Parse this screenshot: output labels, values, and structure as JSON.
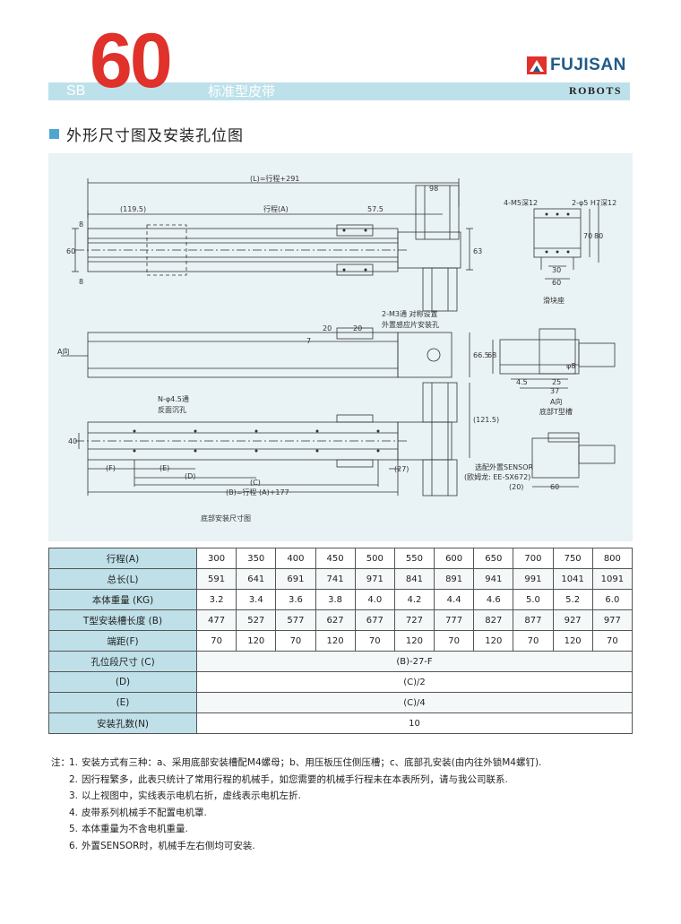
{
  "header": {
    "series_prefix": "SB",
    "model_number": "60",
    "model_name": "标准型皮带",
    "brand_name": "FUJISAN",
    "brand_subtitle": "ROBOTS",
    "brand_color": "#1f5a8a",
    "accent_color": "#e0312a"
  },
  "section": {
    "title": "外形尺寸图及安装孔位图"
  },
  "drawing": {
    "label_total": "(L)=行程+291",
    "label_98": "98",
    "label_1195": "(119.5)",
    "label_stroke": "行程(A)",
    "label_575": "57.5",
    "label_8a": "8",
    "label_8b": "8",
    "label_60": "60",
    "label_63": "63",
    "label_m5": "4-M5深12",
    "label_phi5": "2-φ5 H7深12",
    "label_70": "70",
    "label_80": "80",
    "label_30": "30",
    "label_60b": "60",
    "label_slider_seat": "滑块座",
    "label_20a": "20",
    "label_20b": "20",
    "label_m3": "2-M3通 对称设置",
    "label_sensor_plate": "外置感应片安装孔",
    "label_7": "7",
    "label_a_dir": "A向",
    "label_665": "66.5",
    "label_68": "68",
    "label_phi8": "φ8",
    "label_45": "4.5",
    "label_25": "25",
    "label_37": "37",
    "label_a_dir2": "A向",
    "label_tslot": "底部T型槽",
    "label_n_holes": "N-φ4.5通",
    "label_counterbore": "反面沉孔",
    "label_1215": "(121.5)",
    "label_40": "40",
    "label_f": "(F)",
    "label_e": "(E)",
    "label_d": "(D)",
    "label_c": "(C)",
    "label_27": "(27)",
    "label_b": "(B)=行程 (A)+177",
    "label_bottom_view": "底部安装尺寸图",
    "label_sensor_opt": "选配外置SENSOR",
    "label_sensor_model": "(欧姆龙: EE-SX672)",
    "label_20c": "(20)",
    "label_60c": "60"
  },
  "spec_table": {
    "rows": [
      {
        "label": "行程(A)",
        "values": [
          "300",
          "350",
          "400",
          "450",
          "500",
          "550",
          "600",
          "650",
          "700",
          "750",
          "800"
        ]
      },
      {
        "label": "总长(L)",
        "values": [
          "591",
          "641",
          "691",
          "741",
          "971",
          "841",
          "891",
          "941",
          "991",
          "1041",
          "1091"
        ]
      },
      {
        "label": "本体重量 (KG)",
        "values": [
          "3.2",
          "3.4",
          "3.6",
          "3.8",
          "4.0",
          "4.2",
          "4.4",
          "4.6",
          "5.0",
          "5.2",
          "6.0"
        ]
      },
      {
        "label": "T型安装槽长度 (B)",
        "values": [
          "477",
          "527",
          "577",
          "627",
          "677",
          "727",
          "777",
          "827",
          "877",
          "927",
          "977"
        ]
      },
      {
        "label": "端距(F)",
        "values": [
          "70",
          "120",
          "70",
          "120",
          "70",
          "120",
          "70",
          "120",
          "70",
          "120",
          "70"
        ]
      }
    ],
    "merged_rows": [
      {
        "label": "孔位段尺寸 (C)",
        "value": "(B)-27-F"
      },
      {
        "label": "(D)",
        "value": "(C)/2"
      },
      {
        "label": "(E)",
        "value": "(C)/4"
      },
      {
        "label": "安装孔数(N)",
        "value": "10"
      }
    ]
  },
  "notes": {
    "prefix": "注：",
    "items": [
      {
        "num": "1.",
        "text": "安装方式有三种：a、采用底部安装槽配M4螺母；b、用压板压住侧压槽；c、底部孔安装(由内往外锁M4螺钉)."
      },
      {
        "num": "2.",
        "text": "因行程繁多，此表只统计了常用行程的机械手，如您需要的机械手行程未在本表所列，请与我公司联系."
      },
      {
        "num": "3.",
        "text": "以上视图中，实线表示电机右折，虚线表示电机左折."
      },
      {
        "num": "4.",
        "text": "皮带系列机械手不配置电机罩."
      },
      {
        "num": "5.",
        "text": "本体重量为不含电机重量."
      },
      {
        "num": "6.",
        "text": "外置SENSOR时，机械手左右侧均可安装."
      }
    ]
  }
}
